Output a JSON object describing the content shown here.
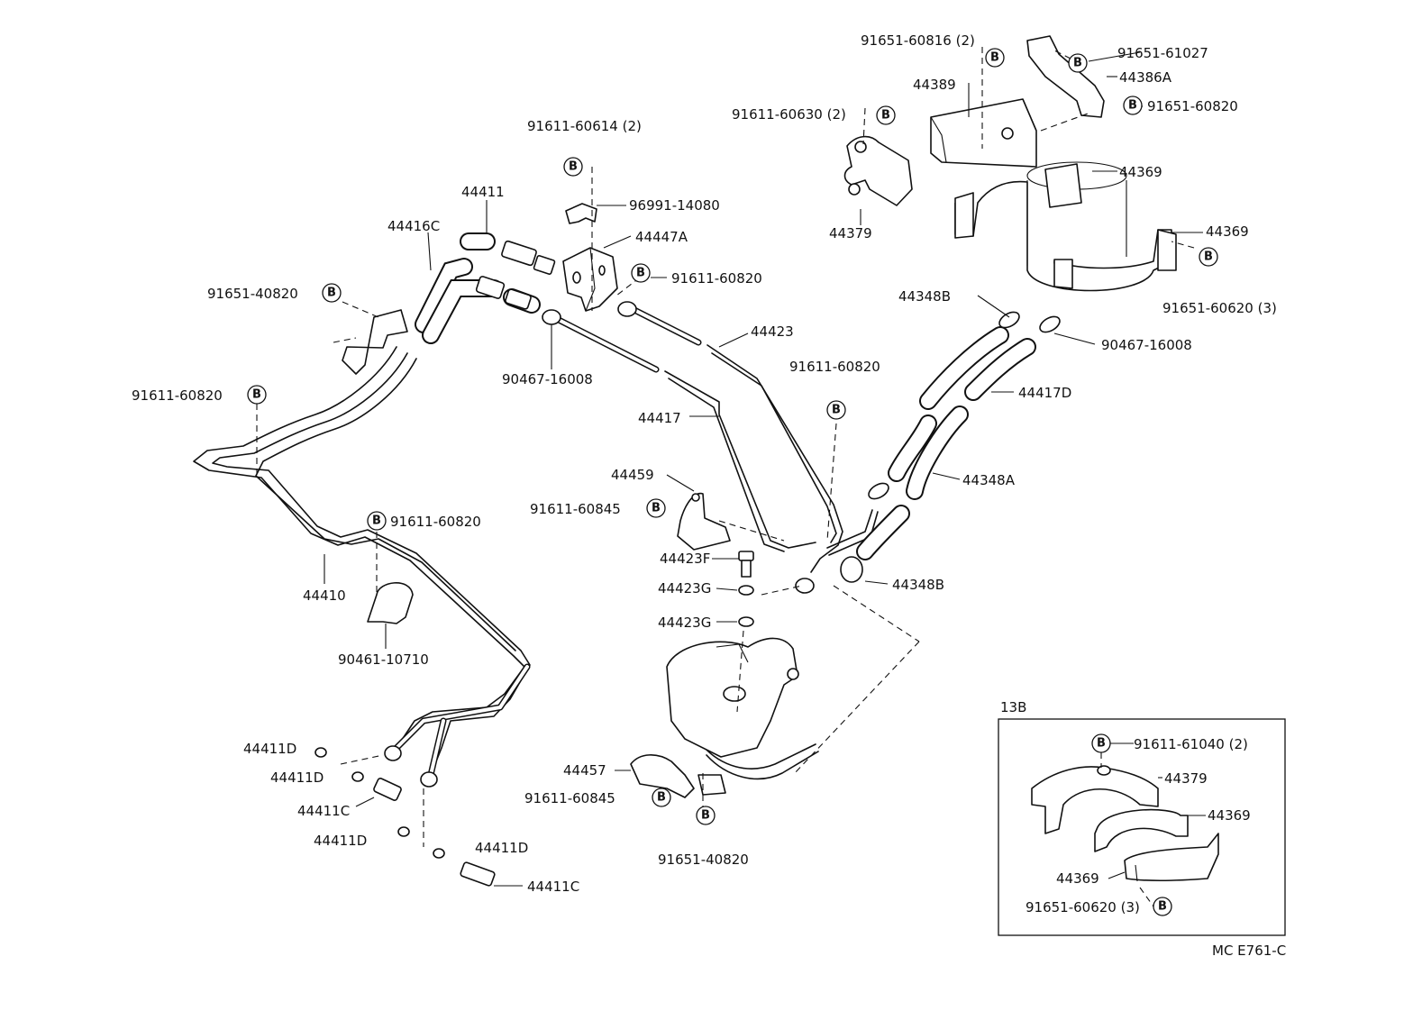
{
  "bolt_symbol": "B",
  "labels": {
    "p91651_60816": "91651-60816 (2)",
    "p91651_61027": "91651-61027",
    "p44386A": "44386A",
    "p44389": "44389",
    "p91651_60820_top": "91651-60820",
    "p91611_60630": "91611-60630 (2)",
    "p91611_60614": "91611-60614 (2)",
    "p44369_top": "44369",
    "p44369_right": "44369",
    "p96991_14080": "96991-14080",
    "p44411": "44411",
    "p44416C": "44416C",
    "p44447A": "44447A",
    "p44379": "44379",
    "p91611_60820_a": "91611-60820",
    "p91651_60620": "91651-60620 (3)",
    "p91651_40820_left": "91651-40820",
    "p44348B_top": "44348B",
    "p44423": "44423",
    "p90467_16008_right": "90467-16008",
    "p90467_16008_mid": "90467-16008",
    "p91611_60820_b": "91611-60820",
    "p91611_60820_left": "91611-60820",
    "p44417D": "44417D",
    "p44417": "44417",
    "p44459": "44459",
    "p44348A": "44348A",
    "p91611_60845_top": "91611-60845",
    "p91611_60820_c": "91611-60820",
    "p44423F": "44423F",
    "p44410": "44410",
    "p44423G_1": "44423G",
    "p44348B_bottom": "44348B",
    "p44423G_2": "44423G",
    "p90461_10710": "90461-10710",
    "p44411D_1": "44411D",
    "p44411D_2": "44411D",
    "p44457": "44457",
    "p44411C_1": "44411C",
    "p91611_60845_bottom": "91611-60845",
    "p44411D_3": "44411D",
    "p44411D_4": "44411D",
    "p91651_40820_bottom": "91651-40820",
    "p44411C_2": "44411C"
  },
  "inset": {
    "title": "13B",
    "p91611_61040": "91611-61040 (2)",
    "p44379": "44379",
    "p44369_a": "44369",
    "p44369_b": "44369",
    "p91651_60620": "91651-60620 (3)"
  },
  "diagram_code": "MC E761-C"
}
